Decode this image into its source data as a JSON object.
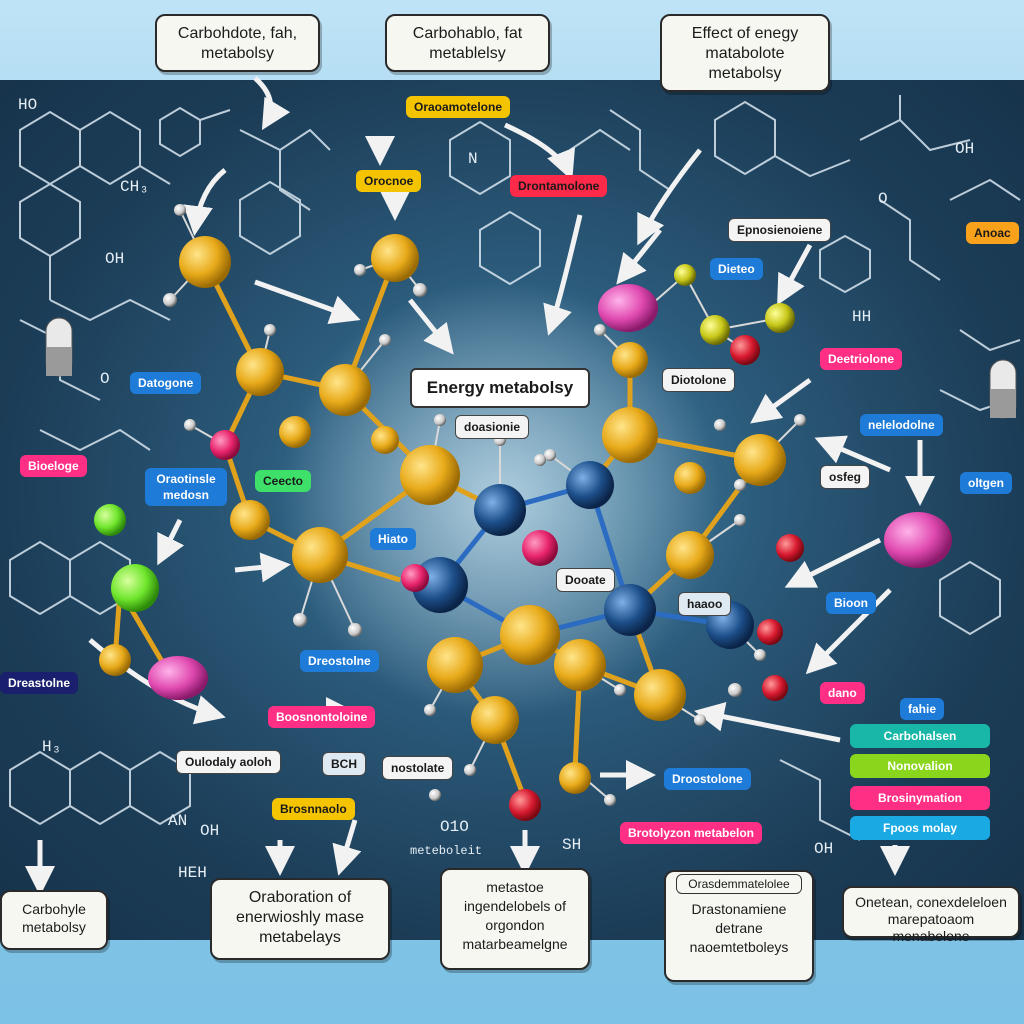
{
  "top_boxes": [
    {
      "id": "carb-fat-left",
      "text": "Carbohdote, fah, metabolsy"
    },
    {
      "id": "carb-fat-mid",
      "text": "Carbohablo, fat metablelsy"
    },
    {
      "id": "effect-energy",
      "text": "Effect of enegy matabolote metabolsy"
    }
  ],
  "center_label": "Energy metabolsy",
  "tags": {
    "oraoamotelone": "Oraoamotelone",
    "orocnoe": "Orocnoe",
    "drontamolone": "Drontamolone",
    "epnosienoiene": "Epnosienoiene",
    "anoac": "Anoac",
    "dieteo": "Dieteo",
    "datagone": "Datogone",
    "bioelge": "Bioeloge",
    "oeotinsle": "Oraotinsle medosn",
    "ceecte": "Ceecto",
    "hlato": "Hiato",
    "diotolone_center": "Diotolone",
    "doasionie": "doasionie",
    "deetriolone": "Deetriolone",
    "brosnnaolo": "Brosnnaolo",
    "neleotne": "nelelodolne",
    "osfeg": "osfeg",
    "oltgen": "oltgen",
    "bioon": "Bioon",
    "dano": "dano",
    "fahie": "fahie",
    "dreostolne": "Dreostolne",
    "bosonan": "Boosnontoloine",
    "boh": "BCH",
    "ntoelate": "nostolate",
    "drosnolone": "Droostolone",
    "brodtolo": "Brotolyzon metabelon",
    "dooane": "Dooate",
    "naao": "haaoo",
    "dreastolne_bl": "Dreastolne",
    "ouloda": "Oulodaly aoloh"
  },
  "side_bars": [
    {
      "text": "Carbohalsen",
      "color": "#18b7a8"
    },
    {
      "text": "Nonovalion",
      "color": "#8ad61c"
    },
    {
      "text": "Brosinymation",
      "color": "#ff2f86"
    },
    {
      "text": "Fpoos molay",
      "color": "#19a9e3"
    }
  ],
  "bottom_boxes": [
    {
      "id": "carbohle",
      "text": "Carbohyle metabolsy"
    },
    {
      "id": "oraboration",
      "text": "Oraboration of enerwioshly mase metabelays"
    },
    {
      "id": "metabolic",
      "text": "metastoe ingendelobels of orgondon matarbeamelgne"
    },
    {
      "id": "droseno",
      "title": "Orasdemmatelolee",
      "text": "Drastonamiene detrane naoemtetboleys"
    },
    {
      "id": "oxidative",
      "text": "Onetean, conexdeleloen marepatoaom menabelone"
    }
  ],
  "chem_text": {
    "ho_tl": "HO",
    "ch3": "CH₃",
    "oh_l": "OH",
    "o_l": "O",
    "hh": "HH",
    "h3": "H₃",
    "an": "AN",
    "heh": "HEH",
    "oh_bottom": "OH",
    "o10": "O1O",
    "sh": "SH",
    "metabolosit": "meteboleit",
    "oh_br": "OH",
    "oh_tr": "OH",
    "o_tr": "O",
    "n_tr": "N"
  },
  "colors": {
    "gold": "#f0b323",
    "navy_atom": "#1d4f8a",
    "magenta": "#e8246c",
    "pink": "#e04ab0",
    "green": "#6fe62c",
    "red": "#d81a30",
    "yellow_small": "#c8c81a"
  }
}
